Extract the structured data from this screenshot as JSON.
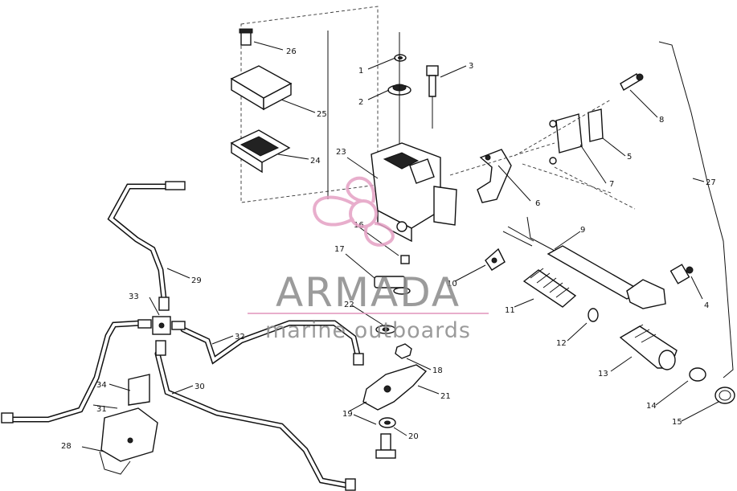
{
  "diagram": {
    "callouts": [
      "1",
      "2",
      "3",
      "4",
      "5",
      "6",
      "7",
      "8",
      "9",
      "10",
      "11",
      "12",
      "13",
      "14",
      "15",
      "16",
      "17",
      "18",
      "19",
      "20",
      "21",
      "22",
      "23",
      "24",
      "25",
      "26",
      "27",
      "28",
      "29",
      "30",
      "31",
      "32",
      "33",
      "34"
    ]
  },
  "watermark": {
    "brand": "ARMADA",
    "tagline": "marine outboards",
    "brand_color": "#e4a0c4",
    "text_color": "#8a8a8a"
  }
}
